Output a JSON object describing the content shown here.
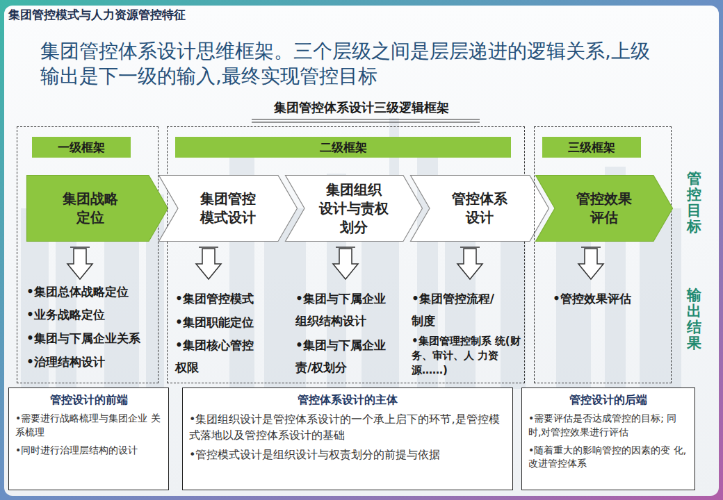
{
  "diagram": {
    "title": "集团管控模式与人力资源管控特征",
    "nodes": [
      {
        "text": [
          "•集团总体战略定位",
          "•业务战略定位",
          "•集团与下属企业关系",
          "•治理结构设计"
        ]
      },
      {
        "text": [
          "一级框架"
        ],
        "in": 0
      },
      {
        "text": [
          "集团战略 定位"
        ],
        "in": 0
      },
      {
        "text": [
          "•集团管控模式",
          "•集团职能定位",
          "•集团核心管控 权限",
          "•集团与下属企业 组织结构设计",
          "•集团与下属企业 责/权划分",
          "•集团管控流程/ 制度",
          "•集团管理控制系 统(财务、审计、人 力资源……)"
        ]
      },
      {
        "text": [
          "二级框架"
        ],
        "in": 3
      },
      {
        "text": [
          "集团管控 模式设计"
        ],
        "in": 3
      },
      {
        "text": [
          "集团组织 设计与责权 划分"
        ],
        "in": 3
      },
      {
        "text": [
          "管控体系 设计"
        ],
        "in": 3
      },
      {
        "text": [
          "•管控效果评估"
        ]
      },
      {
        "text": [
          "三级框架"
        ],
        "in": 8
      },
      {
        "text": [
          "管控效果 评估"
        ],
        "in": 8
      },
      {
        "text": [
          "管控设计的前端",
          "•需要进行战略梳理与集团企业 关系梳理",
          "•同时进行治理层结构的设计"
        ]
      },
      {
        "text": [
          "管控体系设计的主体",
          "•集团组织设计是管控体系设计的一个承上启下的环节,是管控模 式落地以及管控体系设计的基础",
          "•管控模式设计是组织设计与权责划分的前提与依据"
        ]
      },
      {
        "text": [
          "管控设计的后端",
          "•需要评估是否达成管控的目标; 同时,对管控效果进行评估",
          "•随着重大的影响管控的因素的变 化,改进管控体系"
        ]
      }
    ],
    "labels": [
      "集团管控体系设计思维框架。三个层级之间是层层递进的逻辑关系,上级 输出是下一级的输入,最终实现管控目标",
      "集团管控体系设计三级逻辑框架",
      "管控目标",
      "输出结果"
    ]
  }
}
